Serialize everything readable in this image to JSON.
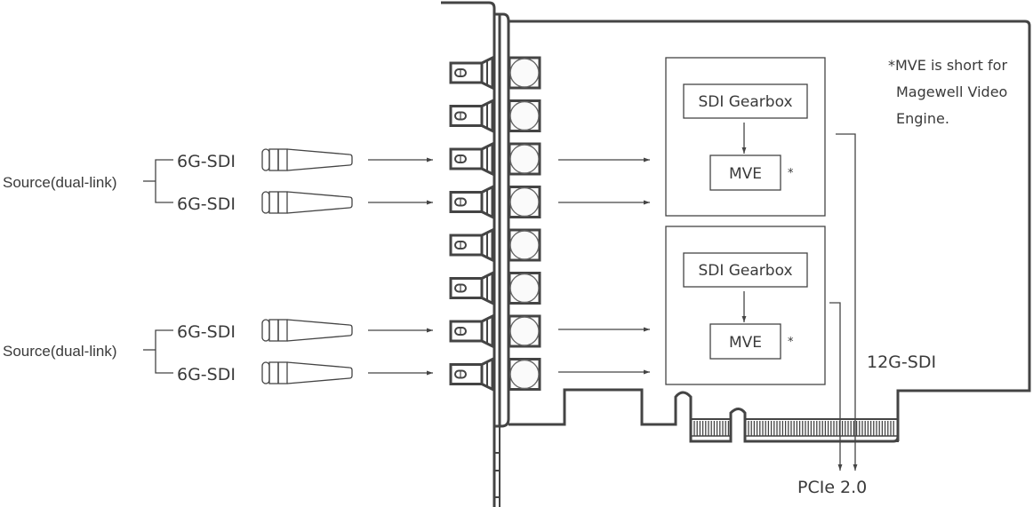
{
  "diagram": {
    "type": "hardware-block-diagram",
    "sources": [
      {
        "label": "Source(dual-link)",
        "links": [
          "6G-SDI",
          "6G-SDI"
        ]
      },
      {
        "label": "Source(dual-link)",
        "links": [
          "6G-SDI",
          "6G-SDI"
        ]
      }
    ],
    "connector_count": 8,
    "active_connectors": [
      3,
      4,
      7,
      8
    ],
    "processing_blocks": [
      {
        "gearbox_label": "SDI Gearbox",
        "engine_label": "MVE",
        "engine_mark": "*"
      },
      {
        "gearbox_label": "SDI Gearbox",
        "engine_label": "MVE",
        "engine_mark": "*"
      }
    ],
    "footnote": {
      "lines": [
        "*MVE is short for",
        "Magewell Video",
        "Engine."
      ]
    },
    "output_signal_label": "12G-SDI",
    "bus_label": "PCIe 2.0",
    "colors": {
      "line": "#444444",
      "text": "#3a3a3a",
      "background": "#ffffff"
    }
  }
}
